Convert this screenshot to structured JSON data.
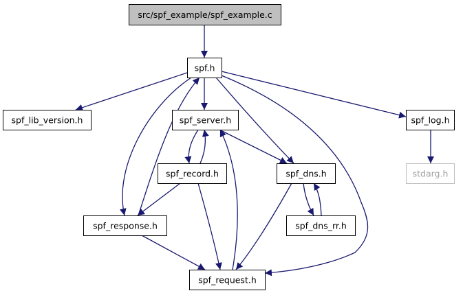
{
  "diagram": {
    "title": "Include dependency graph",
    "colors": {
      "edge": "#191970",
      "node_border": "#000000",
      "root_fill": "#bfbfbf",
      "external_border": "#bfbfbf",
      "external_text": "#a0a0a0",
      "text": "#000000"
    },
    "nodes": [
      {
        "id": "spf_example_c",
        "label": "src/spf_example/spf_example.c",
        "kind": "root"
      },
      {
        "id": "spf_h",
        "label": "spf.h",
        "kind": "header"
      },
      {
        "id": "spf_lib_version_h",
        "label": "spf_lib_version.h",
        "kind": "header"
      },
      {
        "id": "spf_server_h",
        "label": "spf_server.h",
        "kind": "header"
      },
      {
        "id": "spf_log_h",
        "label": "spf_log.h",
        "kind": "header"
      },
      {
        "id": "spf_record_h",
        "label": "spf_record.h",
        "kind": "header"
      },
      {
        "id": "spf_dns_h",
        "label": "spf_dns.h",
        "kind": "header"
      },
      {
        "id": "stdarg_h",
        "label": "stdarg.h",
        "kind": "external"
      },
      {
        "id": "spf_response_h",
        "label": "spf_response.h",
        "kind": "header"
      },
      {
        "id": "spf_dns_rr_h",
        "label": "spf_dns_rr.h",
        "kind": "header"
      },
      {
        "id": "spf_request_h",
        "label": "spf_request.h",
        "kind": "header"
      }
    ],
    "edges": [
      {
        "from": "spf_example_c",
        "to": "spf_h"
      },
      {
        "from": "spf_h",
        "to": "spf_lib_version_h"
      },
      {
        "from": "spf_h",
        "to": "spf_server_h"
      },
      {
        "from": "spf_h",
        "to": "spf_log_h"
      },
      {
        "from": "spf_h",
        "to": "spf_dns_h"
      },
      {
        "from": "spf_h",
        "to": "spf_response_h"
      },
      {
        "from": "spf_h",
        "to": "spf_request_h"
      },
      {
        "from": "spf_server_h",
        "to": "spf_record_h"
      },
      {
        "from": "spf_server_h",
        "to": "spf_dns_h"
      },
      {
        "from": "spf_record_h",
        "to": "spf_server_h"
      },
      {
        "from": "spf_record_h",
        "to": "spf_response_h"
      },
      {
        "from": "spf_record_h",
        "to": "spf_request_h"
      },
      {
        "from": "spf_response_h",
        "to": "spf_h"
      },
      {
        "from": "spf_response_h",
        "to": "spf_request_h"
      },
      {
        "from": "spf_dns_h",
        "to": "spf_dns_rr_h"
      },
      {
        "from": "spf_dns_h",
        "to": "spf_request_h"
      },
      {
        "from": "spf_dns_rr_h",
        "to": "spf_dns_h"
      },
      {
        "from": "spf_request_h",
        "to": "spf_server_h"
      },
      {
        "from": "spf_log_h",
        "to": "stdarg_h"
      }
    ]
  }
}
